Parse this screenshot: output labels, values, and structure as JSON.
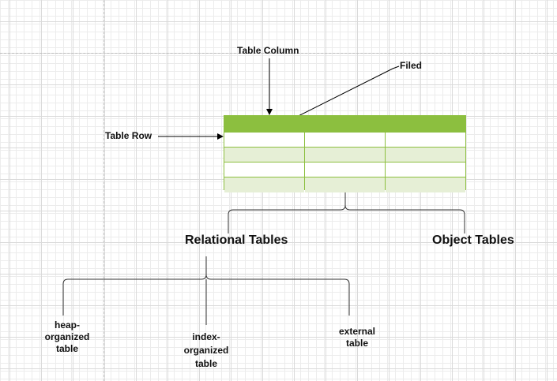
{
  "diagram": {
    "labels": {
      "table_column": "Table Column",
      "filed": "Filed",
      "table_row": "Table Row",
      "relational_tables": "Relational Tables",
      "object_tables": "Object Tables",
      "heap_organized": [
        "heap-",
        "organized",
        "table"
      ],
      "index_organized": [
        "index-",
        "organized",
        "table"
      ],
      "external": [
        "external",
        "table"
      ]
    },
    "table": {
      "columns": 3,
      "body_rows": 4,
      "header_color": "#8cbf3f",
      "alt_row_color": "#e6efd6"
    }
  }
}
